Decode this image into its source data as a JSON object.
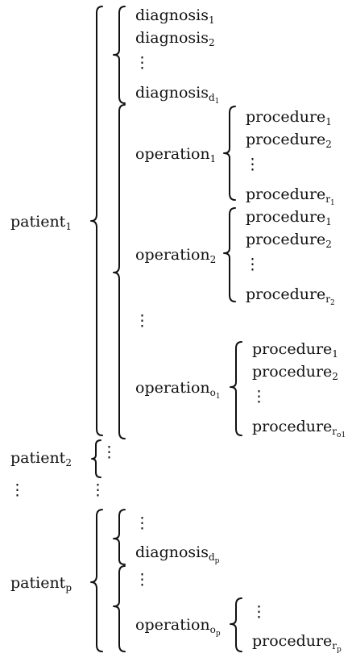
{
  "patient_label": "patient",
  "diagnosis_label": "diagnosis",
  "operation_label": "operation",
  "procedure_label": "procedure",
  "vdots": "⋮",
  "sub": {
    "one": "1",
    "two": "2",
    "p": "p",
    "d": "d",
    "r": "r",
    "o": "o"
  }
}
